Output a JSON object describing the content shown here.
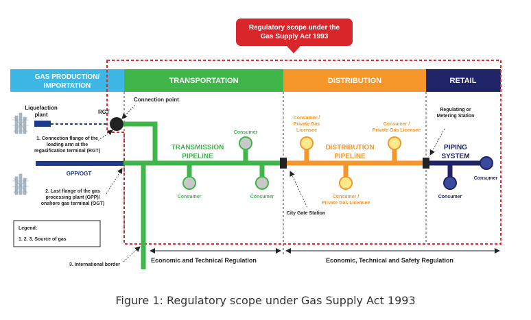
{
  "callout": {
    "line1": "Regulatory scope under the",
    "line2": "Gas Supply Act 1993"
  },
  "headers": {
    "production_line1": "GAS PRODUCTION/",
    "production_line2": "IMPORTATION",
    "transportation": "TRANSPORTATION",
    "distribution": "DISTRIBUTION",
    "retail": "RETAIL"
  },
  "labels": {
    "connection_point": "Connection point",
    "rgt": "RGT",
    "liquefaction_line1": "Liquefaction",
    "liquefaction_line2": "plant",
    "note1_line1": "1. Connection flange of the",
    "note1_line2": "loading arm at the",
    "note1_line3": "regasification terminal (RGT)",
    "gpp_ogt": "GPP/OGT",
    "note2_line1": "2. Last flange of the gas",
    "note2_line2": "processing plant (GPP)/",
    "note2_line3": "onshore gas terminal (OGT)",
    "transmission_line1": "TRANSMISSION",
    "transmission_line2": "PIPELINE",
    "consumer": "Consumer",
    "distribution_line1": "DISTRIBUTION",
    "distribution_line2": "PIPELINE",
    "private_line1": "Consumer /",
    "private_line2a": "Private Gas",
    "private_line3a": "Licensee",
    "private_line2b": "Private Gas Licensee",
    "city_gate": "City Gate Station",
    "regulating_line1": "Regulating or",
    "regulating_line2": "Metering Station",
    "piping_line1": "PIPING",
    "piping_line2": "SYSTEM",
    "international_border": "3. International border"
  },
  "legend": {
    "title": "Legend:",
    "item": "1. 2. 3. Source of gas"
  },
  "regulation": {
    "transport": "Economic and Technical Regulation",
    "distribution": "Economic, Technical and Safety Regulation"
  },
  "caption": "Figure 1: Regulatory scope under Gas Supply Act 1993",
  "colors": {
    "production": "#3db8e6",
    "transportation": "#3fb54a",
    "distribution": "#f5962b",
    "retail": "#1e2465",
    "callout": "#d9262b",
    "scope_border": "#e8262b",
    "consumer_gray": "#c8c8c8",
    "consumer_yellow": "#fde88a",
    "consumer_blue": "#3c4a9e"
  },
  "icons": [
    "refinery-icon",
    "refinery-icon"
  ]
}
